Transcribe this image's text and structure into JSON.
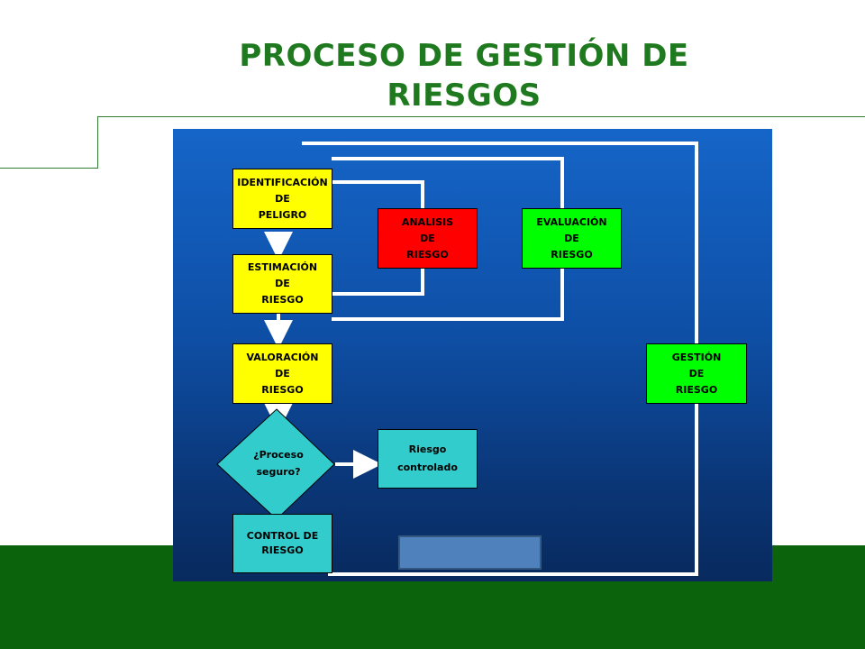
{
  "title": "PROCESO DE GESTIÓN DE\nRIESGOS",
  "colors": {
    "title": "#1f7a1f",
    "band": "#0b640b",
    "diagram_background": "#0e4fa6",
    "yellow": "#ffff00",
    "red": "#ff0000",
    "green": "#00ff00",
    "cyan": "#33cccc",
    "connector": "#ffffff"
  },
  "nodes": {
    "identificacion": "IDENTIFICACIÓN\nDE\nPELIGRO",
    "estimacion": "ESTIMACIÓN\nDE\nRIESGO",
    "valoracion": "VALORACIÓN\nDE\nRIESGO",
    "proceso_seguro": "¿Proceso\nseguro?",
    "control": "CONTROL DE\nRIESGO",
    "analisis": "ANALISIS\nDE\nRIESGO",
    "evaluacion": "EVALUACIÓN\nDE\nRIESGO",
    "gestion": "GESTIÓN\nDE\nRIESGO",
    "riesgo_controlado": "Riesgo\ncontrolado"
  }
}
